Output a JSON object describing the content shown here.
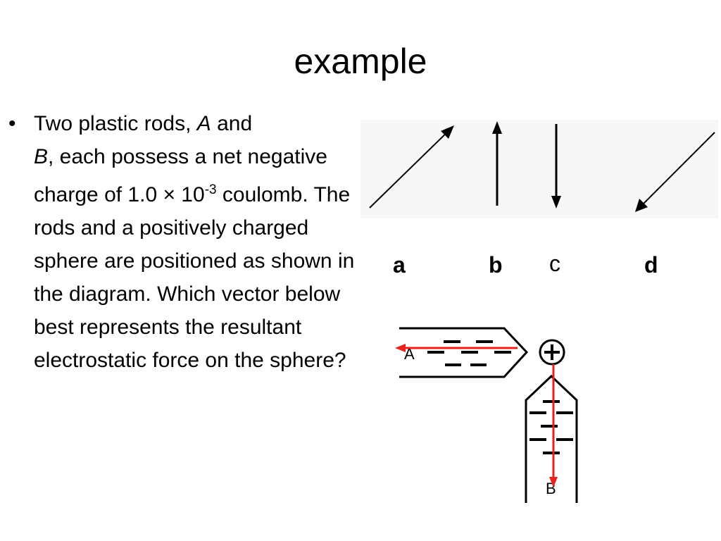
{
  "slide": {
    "title": "example",
    "bullet": {
      "marker": "•",
      "t1": "Two plastic rods, ",
      "rodA": "A",
      "t2": " and ",
      "rodB": "B",
      "t3": ", each possess a net negative charge of 1.0 × 10",
      "exponent": "-3",
      "t4": " coulomb.  The rods and a positively charged sphere are positioned as shown in the diagram.  Which vector below best represents the resultant electrostatic force on the sphere?"
    }
  },
  "vectors": {
    "labels": [
      "a",
      "b",
      "c",
      "d"
    ]
  },
  "diagram": {
    "rod_a_label": "A",
    "rod_b_label": "B",
    "sphere_symbol": "+",
    "force_color": "#e8231d"
  }
}
